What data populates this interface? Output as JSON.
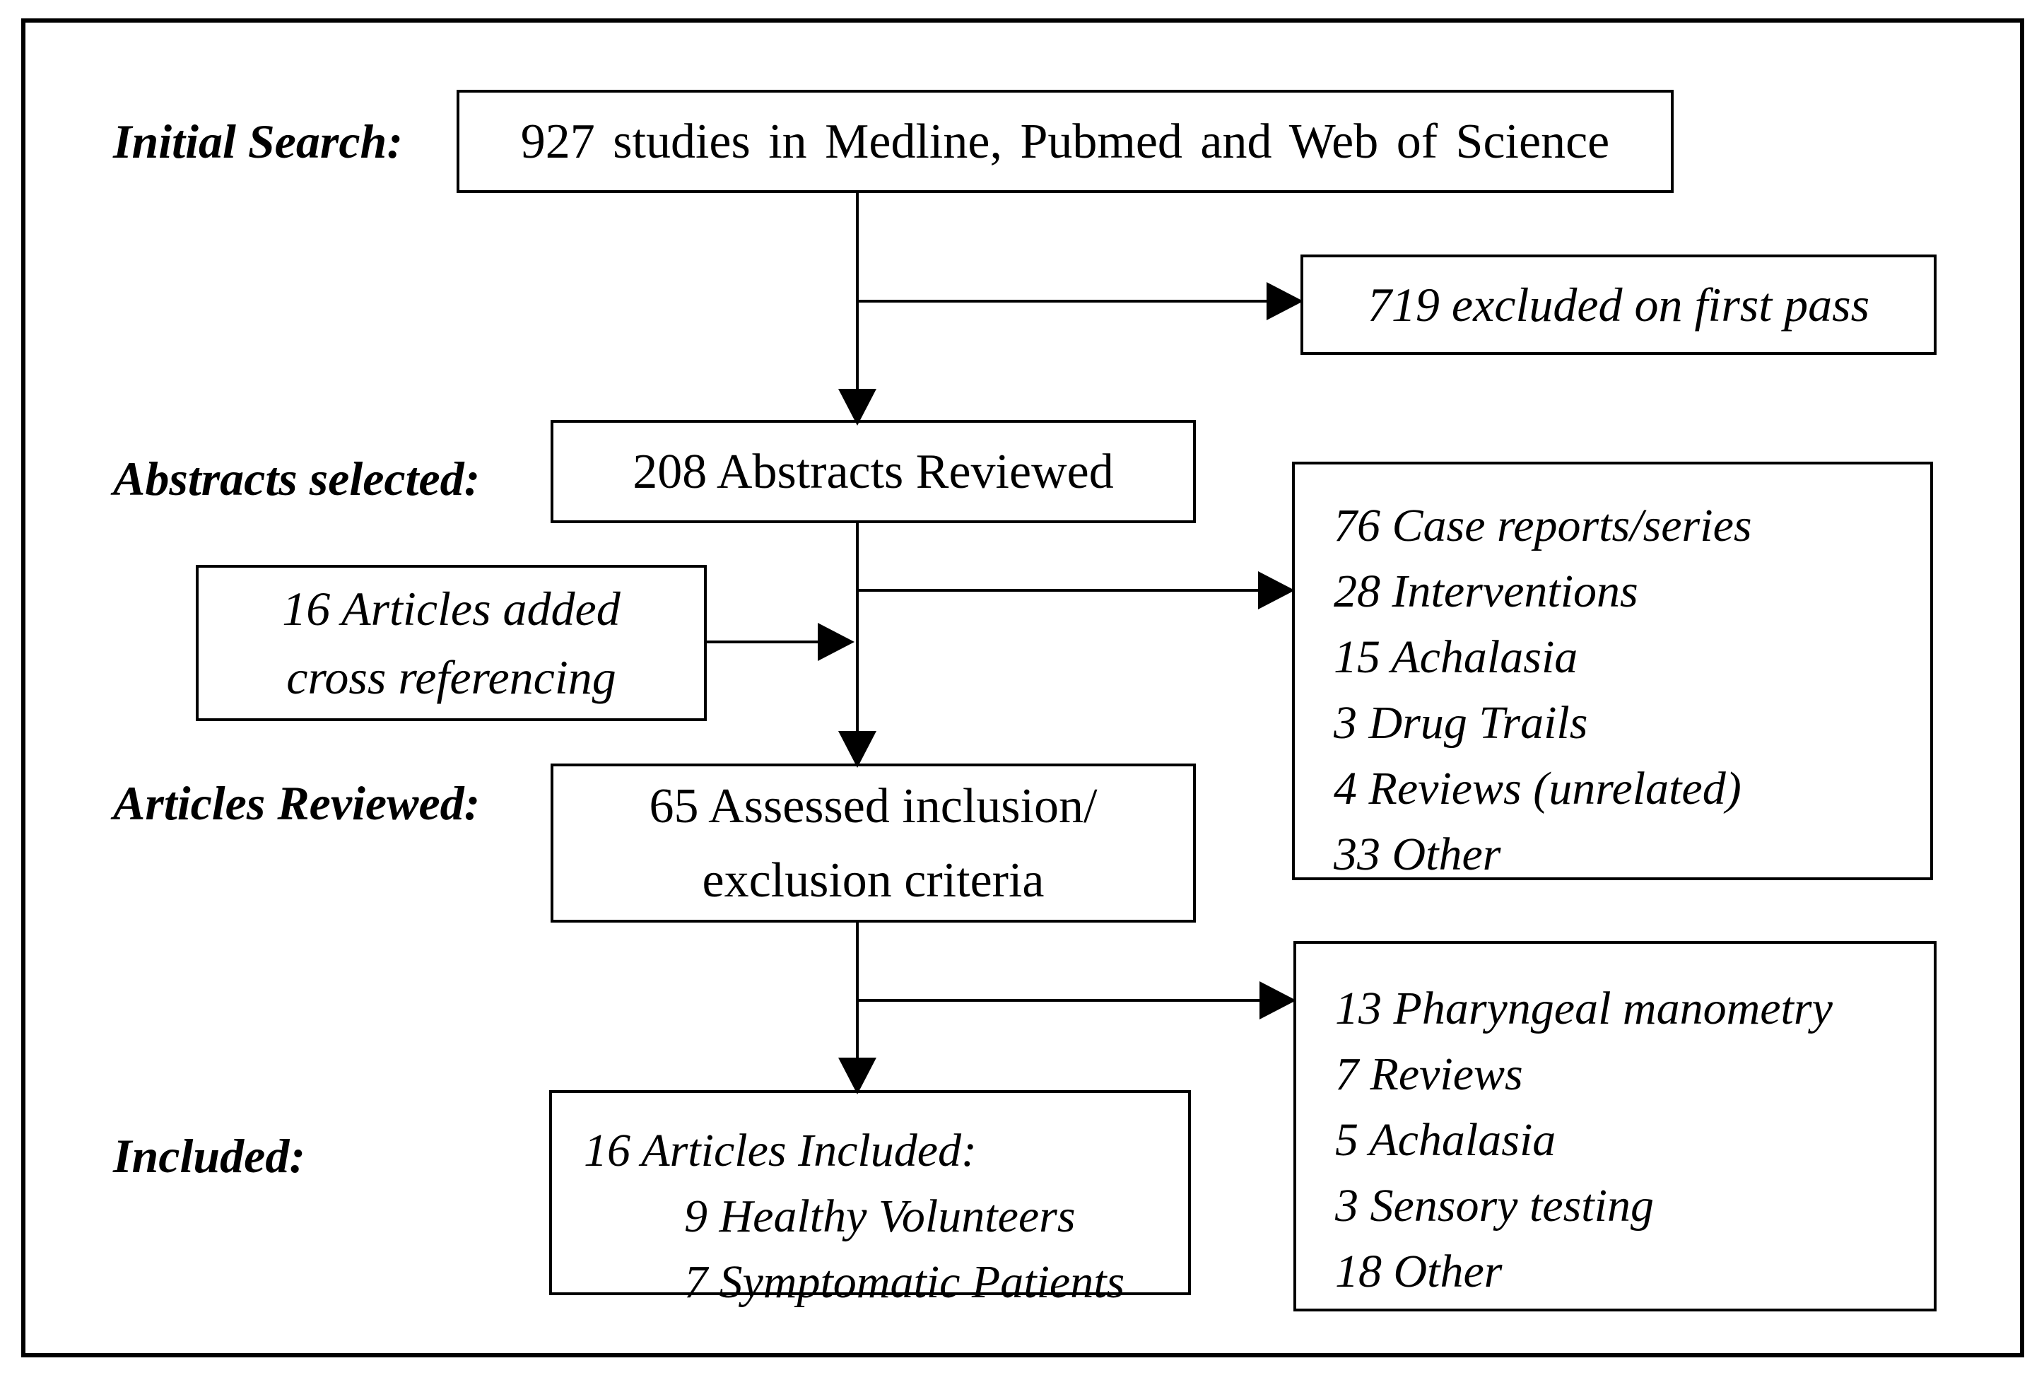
{
  "colors": {
    "background": "#ffffff",
    "ink": "#000000"
  },
  "labels": {
    "initial_search": "Initial Search:",
    "abstracts_selected": "Abstracts selected:",
    "articles_reviewed": "Articles Reviewed:",
    "included": "Included:"
  },
  "boxes": {
    "initial_search_result": "927 studies in Medline, Pubmed and Web of Science",
    "excluded_first_pass": "719 excluded on first pass",
    "abstracts_reviewed": "208 Abstracts Reviewed",
    "first_pass_exclusions": [
      "76 Case reports/series",
      "28 Interventions",
      "15 Achalasia",
      "3 Drug Trails",
      "4 Reviews (unrelated)",
      "33 Other"
    ],
    "cross_referencing_line1": "16 Articles added",
    "cross_referencing_line2": "cross referencing",
    "assessed_line1": "65 Assessed inclusion/",
    "assessed_line2": "exclusion criteria",
    "second_pass_exclusions": [
      "13 Pharyngeal manometry",
      "7 Reviews",
      "5 Achalasia",
      "3 Sensory testing",
      "18 Other"
    ],
    "included_title": "16 Articles Included:",
    "included_items": [
      "9 Healthy Volunteers",
      "7 Symptomatic Patients"
    ]
  }
}
